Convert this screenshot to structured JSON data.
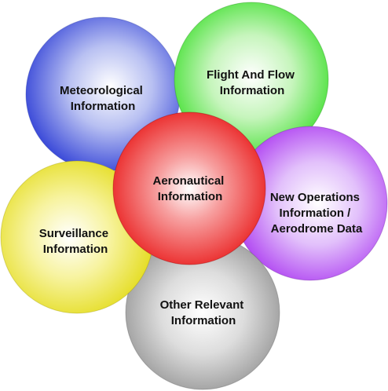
{
  "circles": [
    {
      "id": "meteorological",
      "lines": [
        "Meteorological",
        "Information"
      ],
      "color": "#2f3fd6"
    },
    {
      "id": "flight-flow",
      "lines": [
        "Flight And Flow",
        "Information"
      ],
      "color": "#33dd22"
    },
    {
      "id": "new-operations",
      "lines": [
        "New Operations",
        "Information /",
        "Aerodrome Data"
      ],
      "color": "#a933f0"
    },
    {
      "id": "other-relevant",
      "lines": [
        "Other Relevant",
        "Information"
      ],
      "color": "#9a9a9a"
    },
    {
      "id": "surveillance",
      "lines": [
        "Surveillance",
        "Information"
      ],
      "color": "#e8e020"
    },
    {
      "id": "aeronautical",
      "lines": [
        "Aeronautical",
        "Information"
      ],
      "color": "#ee1111"
    }
  ]
}
